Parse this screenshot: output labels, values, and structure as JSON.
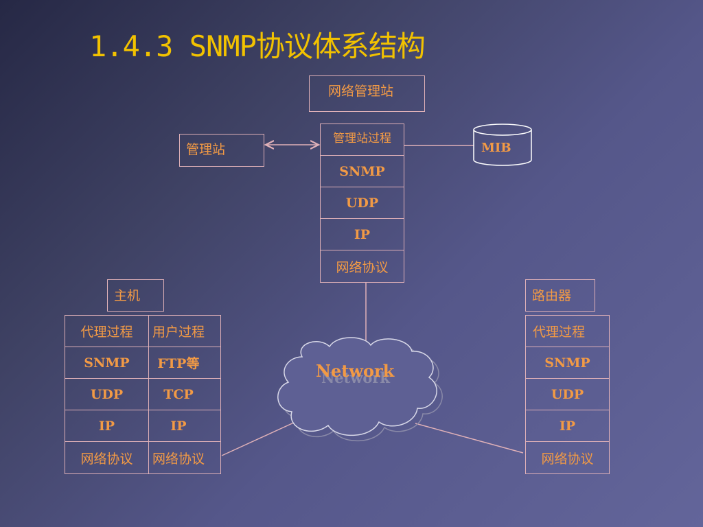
{
  "title": "1.4.3 SNMP协议体系结构",
  "nms": {
    "label": "网络管理站"
  },
  "manager": {
    "label": "管理站"
  },
  "mib": {
    "label": "MIB"
  },
  "manager_stack": [
    "管理站过程",
    "SNMP",
    "UDP",
    "IP",
    "网络协议"
  ],
  "host": {
    "label": "主机",
    "left_stack": [
      "代理过程",
      "SNMP",
      "UDP",
      "IP",
      "网络协议"
    ],
    "right_stack": [
      "用户过程",
      "FTP等",
      "TCP",
      "IP",
      "网络协议"
    ]
  },
  "router": {
    "label": "路由器",
    "stack": [
      "代理过程",
      "SNMP",
      "UDP",
      "IP",
      "网络协议"
    ]
  },
  "network": {
    "label": "Network",
    "shadow_label": "Network"
  }
}
